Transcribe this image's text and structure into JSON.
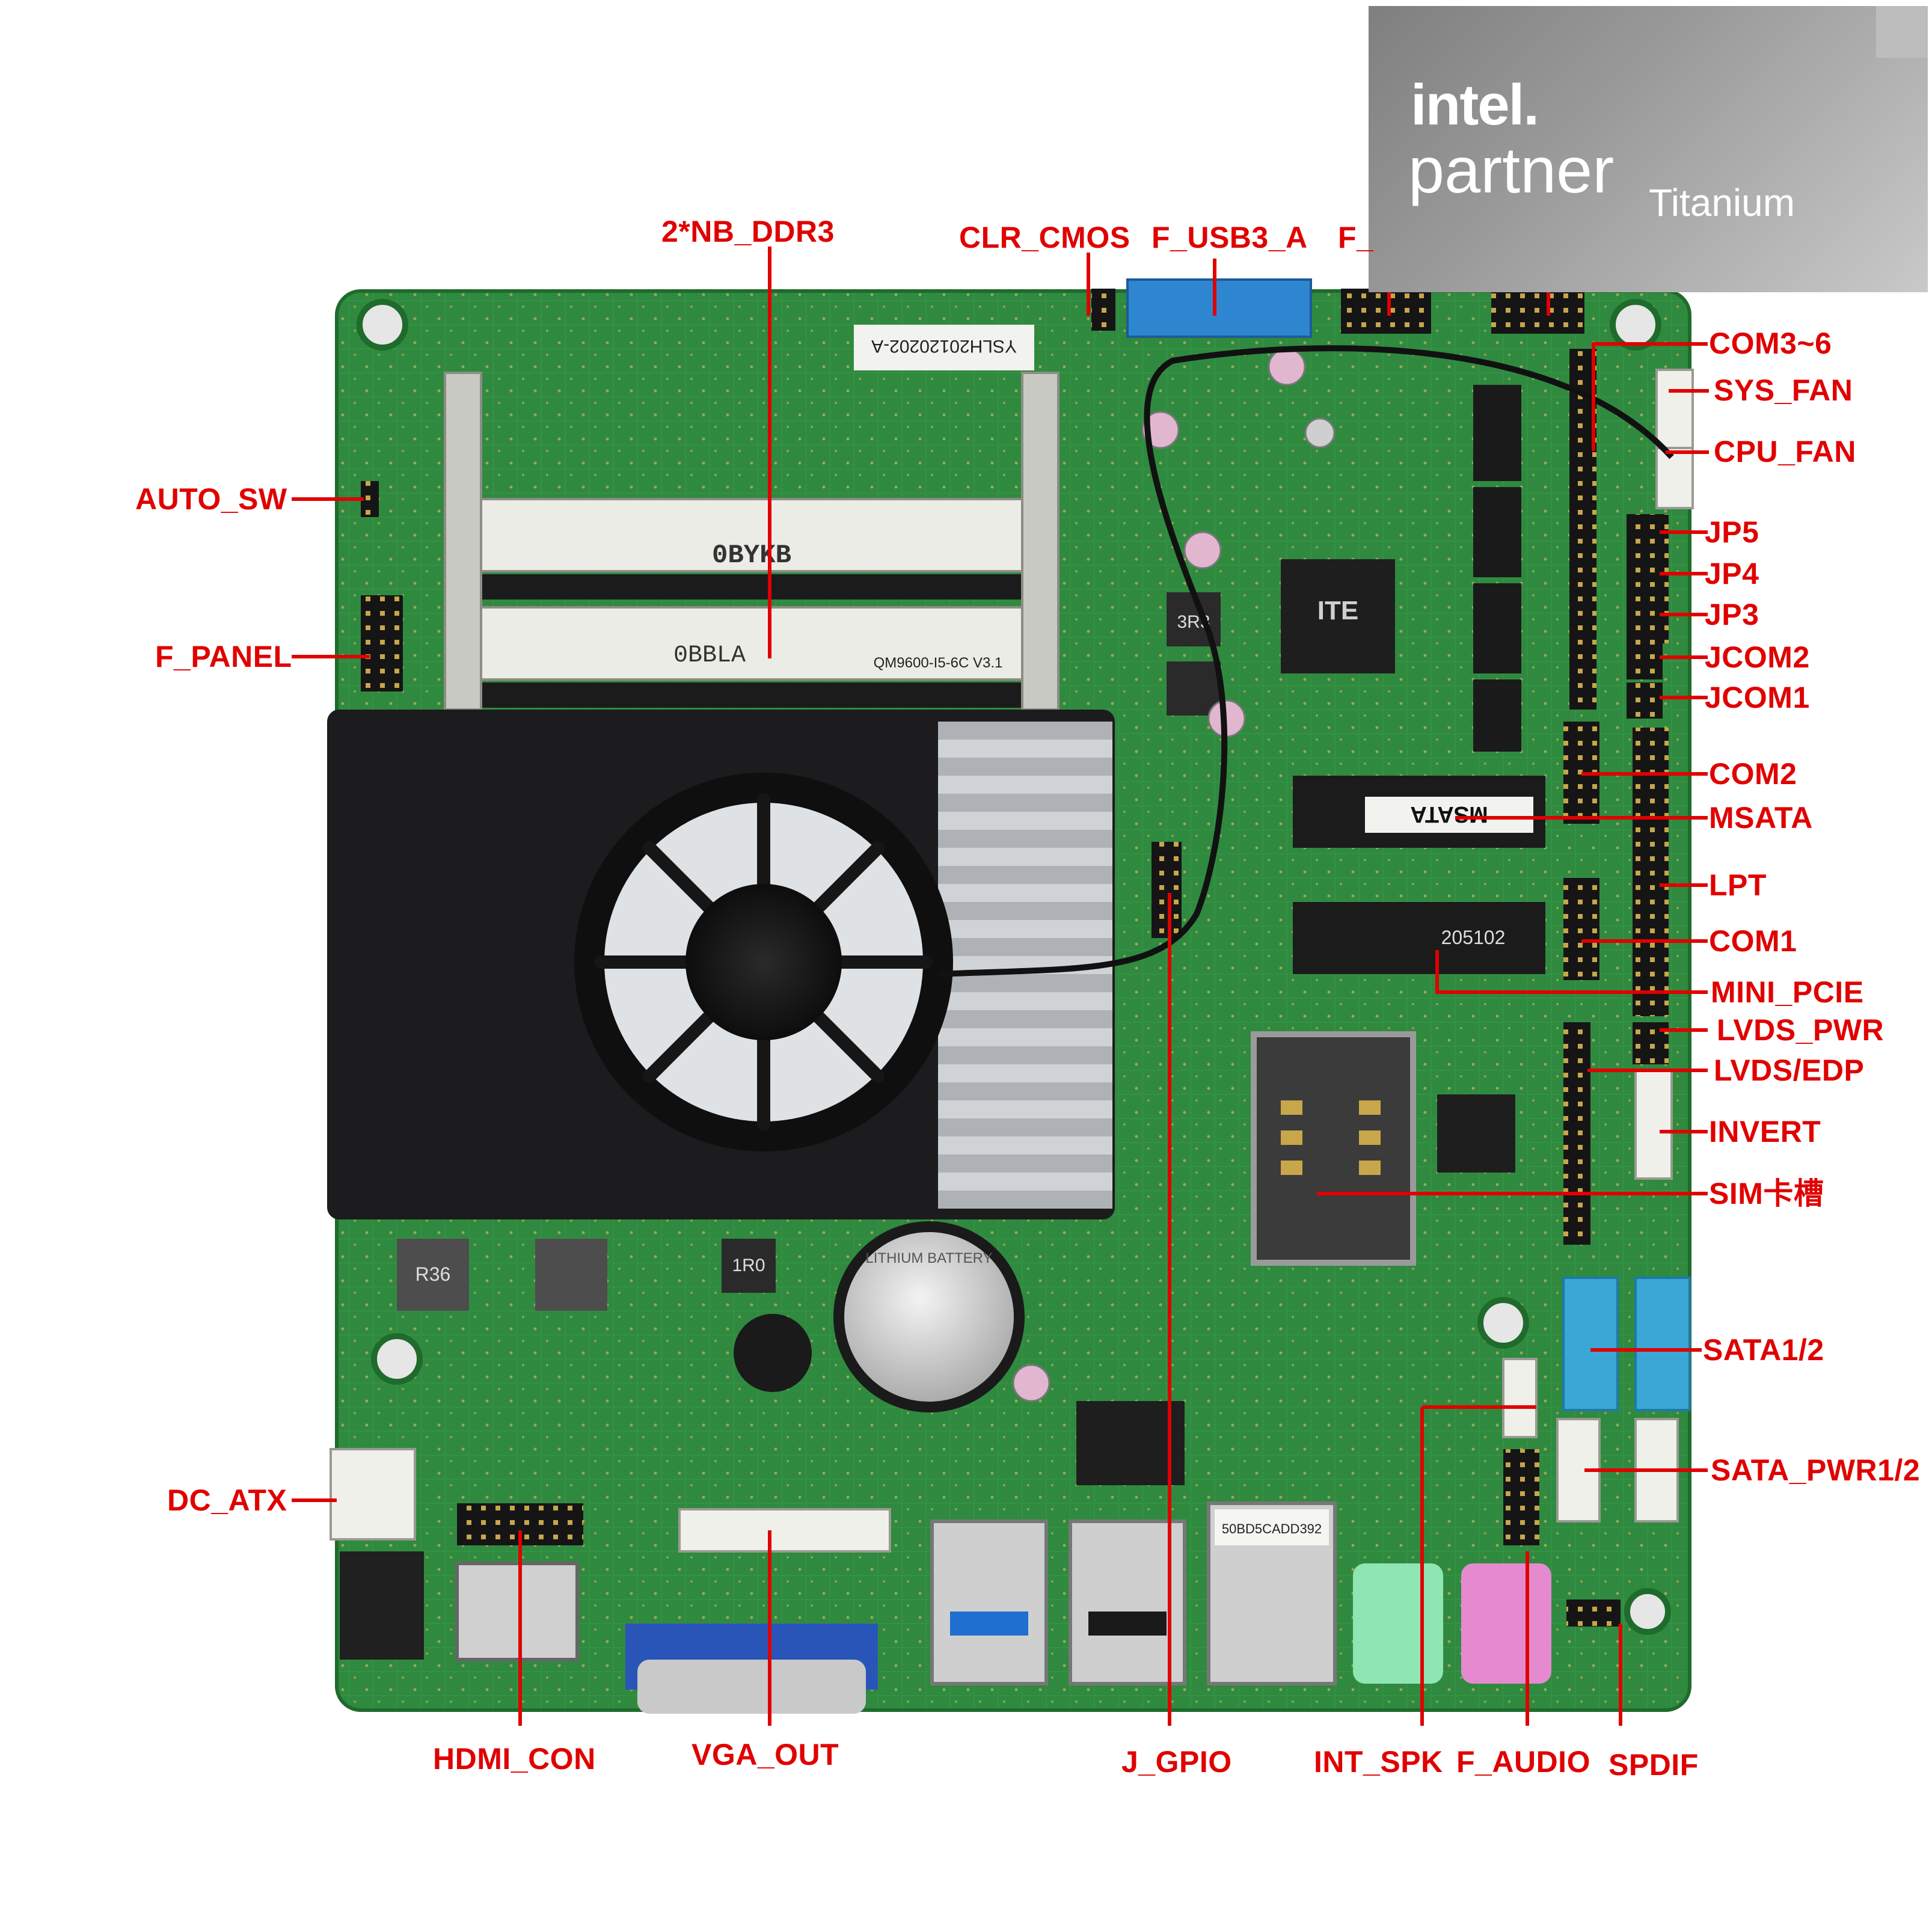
{
  "badge": {
    "brand": "intel.",
    "program": "partner",
    "tier": "Titanium"
  },
  "colors": {
    "label": "#e00000",
    "pcb": "#2f8a3f",
    "heatsink": "#1c1c1e",
    "dimm": "#e8e8e2",
    "sata": "#3aa7d6",
    "usb3": "#1e6fd0",
    "vga": "#2a55b8",
    "audio_green": "#8fe6b4",
    "audio_pink": "#e68ad0"
  },
  "labels": {
    "nb_ddr3": "2*NB_DDR3",
    "clr_cmos": "CLR_CMOS",
    "f_usb3_a": "F_USB3_A",
    "f_partial": "F_",
    "com3_6": "COM3~6",
    "sys_fan": "SYS_FAN",
    "cpu_fan": "CPU_FAN",
    "jp5": "JP5",
    "jp4": "JP4",
    "jp3": "JP3",
    "jcom2": "JCOM2",
    "jcom1": "JCOM1",
    "com2": "COM2",
    "msata": "MSATA",
    "lpt": "LPT",
    "com1": "COM1",
    "mini_pcie": "MINI_PCIE",
    "lvds_pwr": "LVDS_PWR",
    "lvds_edp": "LVDS/EDP",
    "invert": "INVERT",
    "sim": "SIM卡槽",
    "sata12": "SATA1/2",
    "sata_pwr12": "SATA_PWR1/2",
    "auto_sw": "AUTO_SW",
    "f_panel": "F_PANEL",
    "dc_atx": "DC_ATX",
    "hdmi_con": "HDMI_CON",
    "vga_out": "VGA_OUT",
    "j_gpio": "J_GPIO",
    "int_spk": "INT_SPK",
    "f_audio": "F_AUDIO",
    "spdif": "SPDIF"
  },
  "board_print": {
    "board_id": "YSLH20120202-A",
    "dimm1": "0BYKB",
    "dimm2": "0BBLA",
    "model": "QM9600-I5-6C V3.1",
    "msata_label": "MSATA",
    "minipcie_label": "205102",
    "chip": "ITE",
    "inductor": "3R3",
    "inductor_r36": "R36",
    "inductor_r1": "1R0",
    "battery": "LITHIUM BATTERY",
    "lan_sticker": "50BD5CADD392"
  }
}
